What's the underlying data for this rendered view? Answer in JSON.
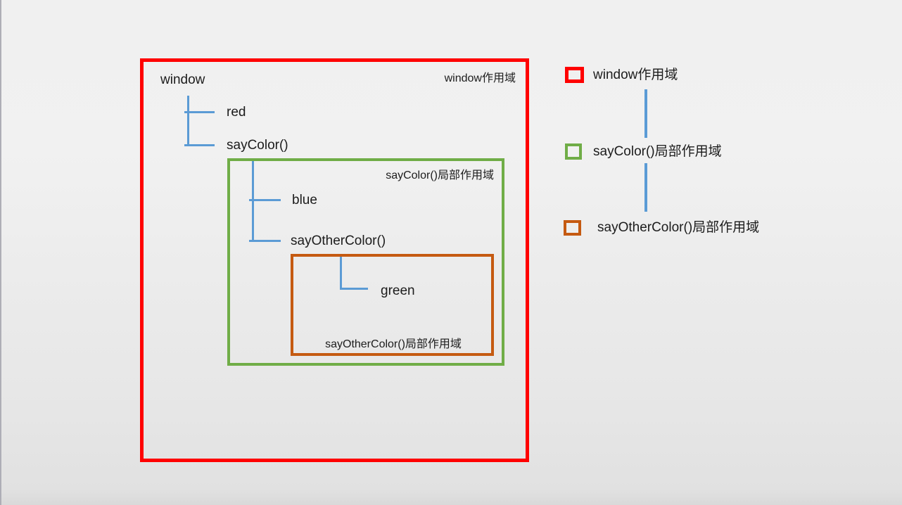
{
  "diagram": {
    "window_scope": {
      "scope_label": "window作用域",
      "root_label": "window",
      "variable_label": "red",
      "function_label": "sayColor()"
    },
    "saycolor_scope": {
      "scope_label": "sayColor()局部作用域",
      "variable_label": "blue",
      "function_label": "sayOtherColor()"
    },
    "sayothercolor_scope": {
      "scope_label": "sayOtherColor()局部作用域",
      "variable_label": "green"
    }
  },
  "legend": {
    "items": [
      {
        "label": "window作用域",
        "color": "#ff0000"
      },
      {
        "label": "sayColor()局部作用域",
        "color": "#70ad47"
      },
      {
        "label": "sayOtherColor()局部作用域",
        "color": "#c55a11"
      }
    ]
  },
  "colors": {
    "window_scope_border": "#ff0000",
    "saycolor_scope_border": "#70ad47",
    "sayothercolor_scope_border": "#c55a11",
    "connector_line": "#5b9bd5",
    "text": "#1c1c1c",
    "background_top": "#f0f0f0",
    "background_bottom": "#d9d9d9"
  }
}
